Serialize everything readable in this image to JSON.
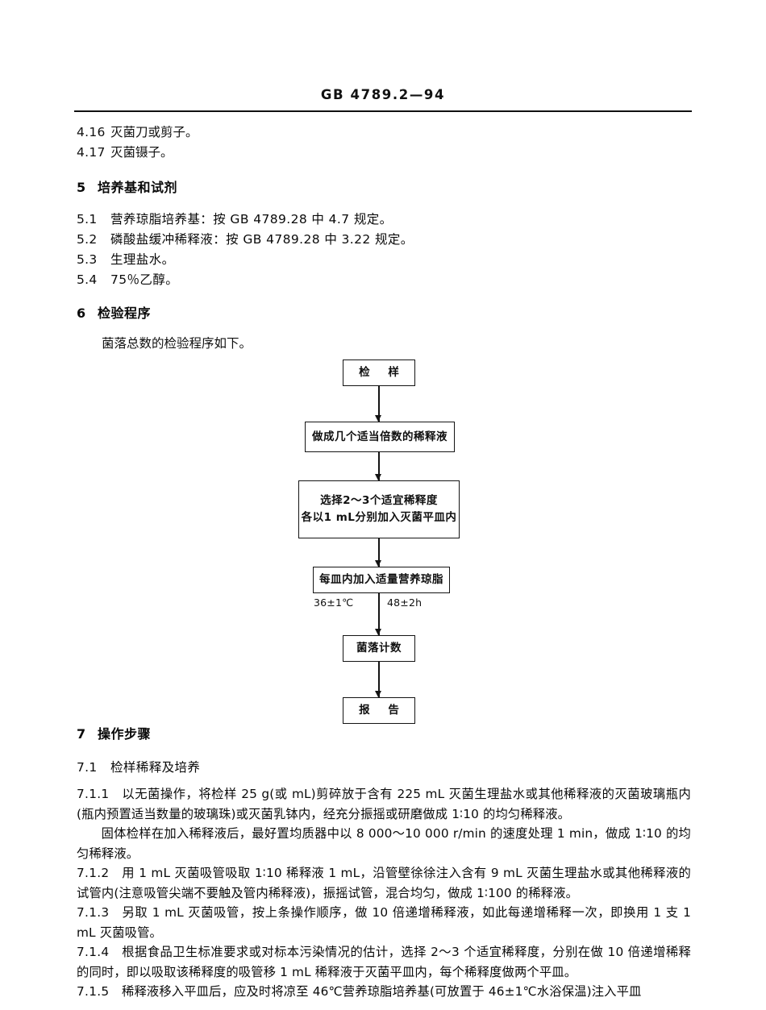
{
  "header": {
    "standard_code": "GB 4789.2—94"
  },
  "clauses_4": [
    {
      "number": "4.16",
      "text": "灭菌刀或剪子。"
    },
    {
      "number": "4.17",
      "text": "灭菌镊子。"
    }
  ],
  "section5": {
    "number": "5",
    "title": "培养基和试剂",
    "items": [
      {
        "number": "5.1",
        "text": "营养琼脂培养基：按 GB 4789.28 中 4.7 规定。"
      },
      {
        "number": "5.2",
        "text": "磷酸盐缓冲稀释液：按 GB 4789.28 中 3.22 规定。"
      },
      {
        "number": "5.3",
        "text": "生理盐水。"
      },
      {
        "number": "5.4",
        "text": "75％乙醇。"
      }
    ]
  },
  "section6": {
    "number": "6",
    "title": "检验程序",
    "intro": "菌落总数的检验程序如下。"
  },
  "flowchart": {
    "nodes": [
      {
        "id": "sample",
        "label": "检  样"
      },
      {
        "id": "dilutions",
        "label": "做成几个适当倍数的稀释液"
      },
      {
        "id": "select",
        "label_line1": "选择2～3个适宜稀释度",
        "label_line2": "各以1 mL分别加入灭菌平皿内"
      },
      {
        "id": "agar",
        "label": "每皿内加入适量营养琼脂"
      },
      {
        "id": "count",
        "label": "菌落计数"
      },
      {
        "id": "report",
        "label": "报  告"
      }
    ],
    "edge_labels": {
      "temperature": "36±1℃",
      "duration": "48±2h"
    }
  },
  "section7": {
    "number": "7",
    "title": "操作步骤",
    "sub_number": "7.1",
    "sub_title": "检样稀释及培养",
    "items": [
      {
        "number": "7.1.1",
        "text": "以无菌操作，将检样 25 g(或 mL)剪碎放于含有 225 mL 灭菌生理盐水或其他稀释液的灭菌玻璃瓶内(瓶内预置适当数量的玻璃珠)或灭菌乳钵内，经充分振摇或研磨做成 1∶10 的均匀稀释液。"
      },
      {
        "number": "",
        "indent": true,
        "text": "固体检样在加入稀释液后，最好置均质器中以 8 000～10 000 r/min 的速度处理 1 min，做成 1∶10 的均匀稀释液。"
      },
      {
        "number": "7.1.2",
        "text": "用 1 mL 灭菌吸管吸取 1∶10 稀释液 1 mL，沿管壁徐徐注入含有 9 mL 灭菌生理盐水或其他稀释液的试管内(注意吸管尖端不要触及管内稀释液)，振摇试管，混合均匀，做成 1∶100 的稀释液。"
      },
      {
        "number": "7.1.3",
        "text": "另取 1 mL 灭菌吸管，按上条操作顺序，做 10 倍递增稀释液，如此每递增稀释一次，即换用 1 支 1 mL 灭菌吸管。"
      },
      {
        "number": "7.1.4",
        "text": "根据食品卫生标准要求或对标本污染情况的估计，选择 2～3 个适宜稀释度，分别在做 10 倍递增稀释的同时，即以吸取该稀释度的吸管移 1 mL 稀释液于灭菌平皿内，每个稀释度做两个平皿。"
      },
      {
        "number": "7.1.5",
        "text": "稀释液移入平皿后，应及时将凉至 46℃营养琼脂培养基(可放置于 46±1℃水浴保温)注入平皿"
      }
    ]
  }
}
